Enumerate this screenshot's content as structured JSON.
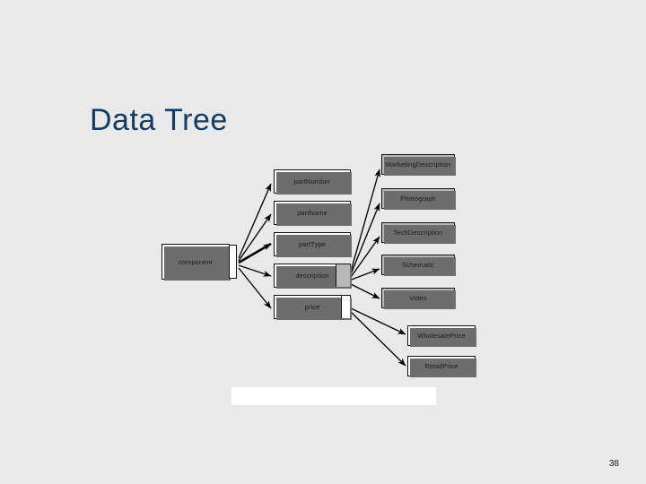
{
  "slide": {
    "title": "Data Tree",
    "page_number": "38",
    "background_color": "#e9e9e9",
    "title_color": "#123c63"
  },
  "diagram": {
    "type": "tree",
    "root": {
      "label": "component",
      "style": "white"
    },
    "attributes": [
      {
        "label": "partNumber",
        "style": "white"
      },
      {
        "label": "partName",
        "style": "white"
      },
      {
        "label": "partType",
        "style": "white"
      },
      {
        "label": "description",
        "style": "white",
        "tab": "gray"
      },
      {
        "label": "price",
        "style": "white",
        "tab": "white"
      }
    ],
    "media": [
      {
        "label": "MarketingDescription",
        "style": "gray"
      },
      {
        "label": "Photograph",
        "style": "gray"
      },
      {
        "label": "TechDescription",
        "style": "gray"
      },
      {
        "label": "Schematic",
        "style": "gray"
      },
      {
        "label": "Video",
        "style": "gray"
      }
    ],
    "prices": [
      {
        "label": "WholesalePrice",
        "style": "white"
      },
      {
        "label": "RetailPrice",
        "style": "white"
      }
    ],
    "colors": {
      "node_fill_white": "#ffffff",
      "node_fill_gray": "#b8b8b8",
      "node_border": "#111111",
      "node_shadow": "#6d6d6d",
      "arrow": "#000000"
    }
  }
}
